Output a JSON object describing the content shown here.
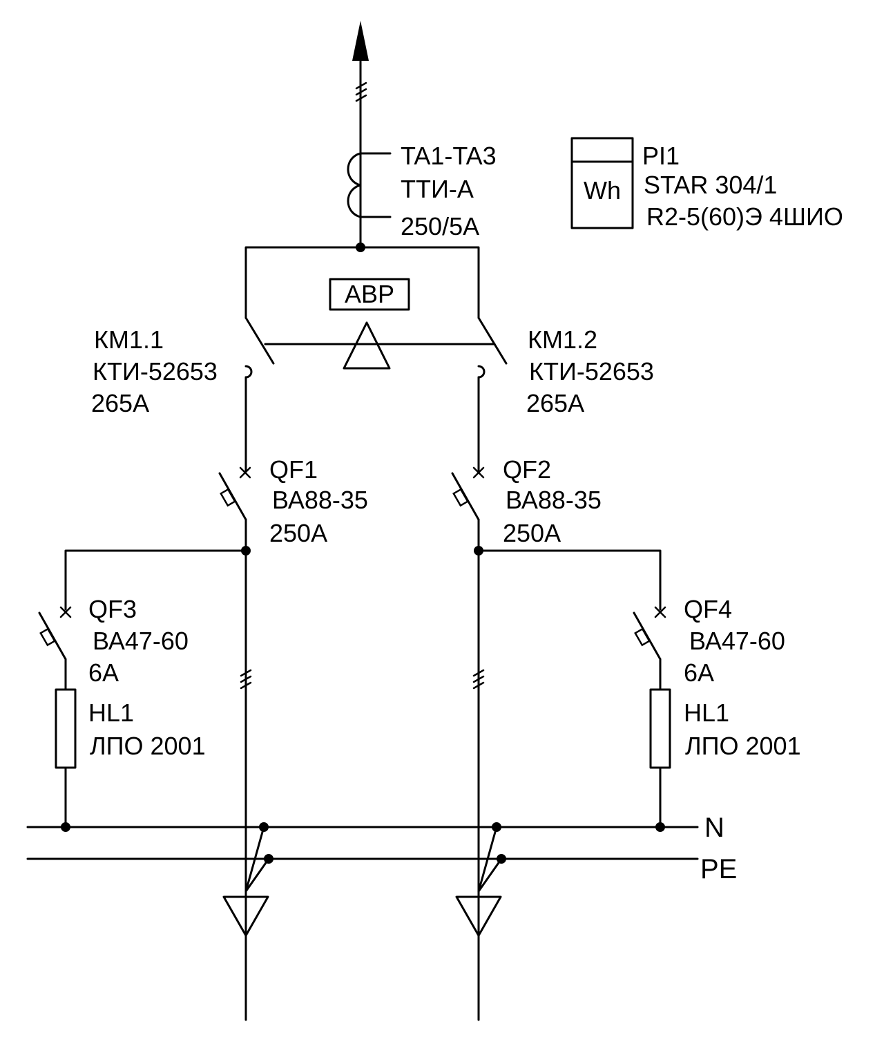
{
  "transformer": {
    "designation": "TA1-TA3",
    "type": "ТТИ-А",
    "ratio": "250/5A"
  },
  "meter": {
    "designation": "PI1",
    "symbol": "Wh",
    "model": "STAR 304/1",
    "spec": "R2-5(60)Э 4ШИО"
  },
  "avr": {
    "label": "АВР"
  },
  "km1": {
    "designation": "КМ1.1",
    "type": "КТИ-52653",
    "current": "265А"
  },
  "km2": {
    "designation": "КМ1.2",
    "type": "КТИ-52653",
    "current": "265А"
  },
  "qf1": {
    "designation": "QF1",
    "type": "ВА88-35",
    "current": "250А"
  },
  "qf2": {
    "designation": "QF2",
    "type": "ВА88-35",
    "current": "250А"
  },
  "qf3": {
    "designation": "QF3",
    "type": "ВА47-60",
    "current": "6А"
  },
  "qf4": {
    "designation": "QF4",
    "type": "ВА47-60",
    "current": "6А"
  },
  "hl_left": {
    "designation": "HL1",
    "type": "ЛПО 2001"
  },
  "hl_right": {
    "designation": "HL1",
    "type": "ЛПО 2001"
  },
  "buses": {
    "neutral": "N",
    "protective": "PE"
  }
}
